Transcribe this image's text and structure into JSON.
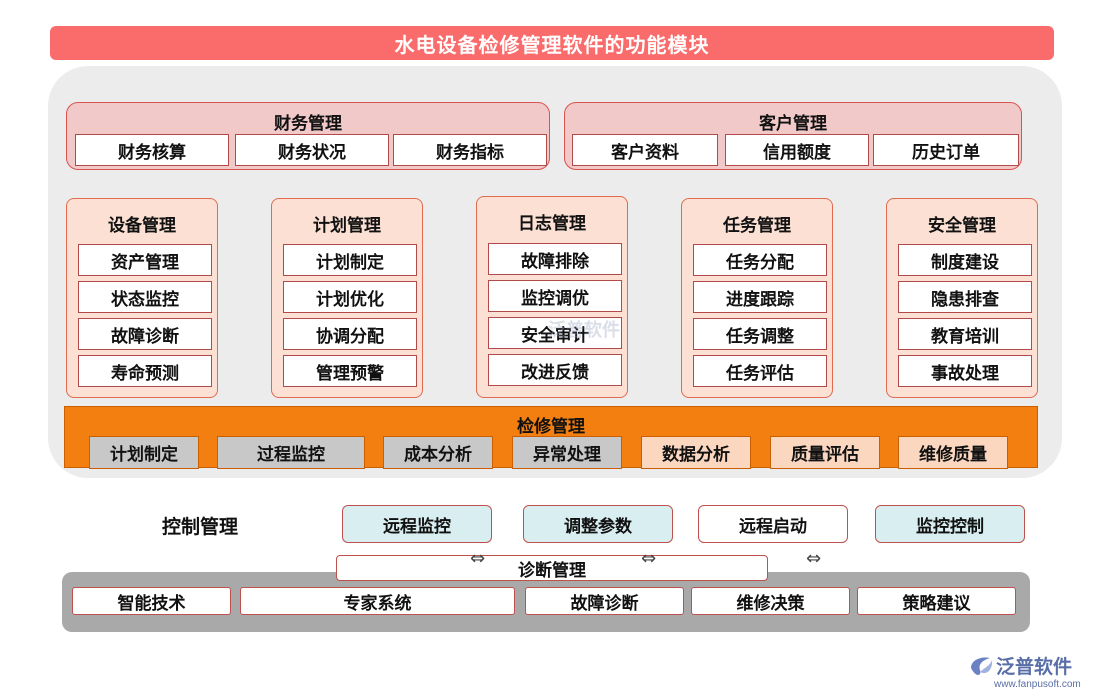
{
  "title": "水电设备检修管理软件的功能模块",
  "finance": {
    "title": "财务管理",
    "items": [
      "财务核算",
      "财务状况",
      "财务指标"
    ]
  },
  "customer": {
    "title": "客户管理",
    "items": [
      "客户资料",
      "信用额度",
      "历史订单"
    ]
  },
  "modules": [
    {
      "title": "设备管理",
      "items": [
        "资产管理",
        "状态监控",
        "故障诊断",
        "寿命预测"
      ]
    },
    {
      "title": "计划管理",
      "items": [
        "计划制定",
        "计划优化",
        "协调分配",
        "管理预警"
      ]
    },
    {
      "title": "日志管理",
      "items": [
        "故障排除",
        "监控调优",
        "安全审计",
        "改进反馈"
      ]
    },
    {
      "title": "任务管理",
      "items": [
        "任务分配",
        "进度跟踪",
        "任务调整",
        "任务评估"
      ]
    },
    {
      "title": "安全管理",
      "items": [
        "制度建设",
        "隐患排查",
        "教育培训",
        "事故处理"
      ]
    }
  ],
  "maintenance": {
    "title": "检修管理",
    "items": [
      "计划制定",
      "过程监控",
      "成本分析",
      "异常处理",
      "数据分析",
      "质量评估",
      "维修质量"
    ]
  },
  "control": {
    "label": "控制管理",
    "items": [
      "远程监控",
      "调整参数",
      "远程启动",
      "监控控制"
    ]
  },
  "diagnosis": {
    "title": "诊断管理",
    "items": [
      "智能技术",
      "专家系统",
      "故障诊断",
      "维修决策",
      "策略建议"
    ]
  },
  "logo": {
    "name": "泛普软件",
    "url": "www.fanpusoft.com"
  },
  "watermark": "泛普软件"
}
